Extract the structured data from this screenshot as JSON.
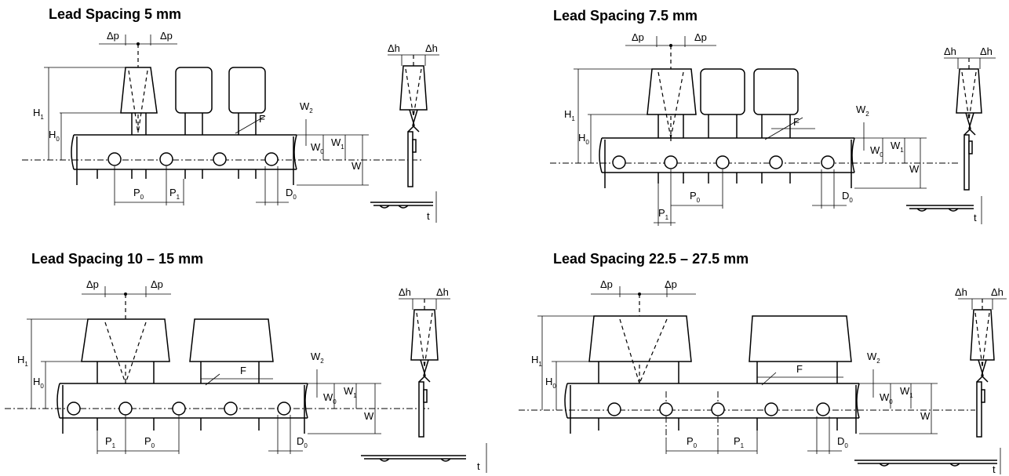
{
  "panels": [
    {
      "title": "Lead Spacing 5 mm"
    },
    {
      "title": "Lead Spacing 7.5 mm"
    },
    {
      "title": "Lead Spacing 10 – 15 mm"
    },
    {
      "title": "Lead Spacing 22.5 – 27.5 mm"
    }
  ],
  "dimension_labels": {
    "delta_p": "Δp",
    "delta_h": "Δh",
    "H": "H",
    "H_sub1": "1",
    "H_sub0": "0",
    "W": "W",
    "W_sub0": "0",
    "W_sub1": "1",
    "W_sub2": "2",
    "P": "P",
    "P_sub0": "0",
    "P_sub1": "1",
    "D": "D",
    "D_sub0": "0",
    "F": "F",
    "t": "t"
  }
}
